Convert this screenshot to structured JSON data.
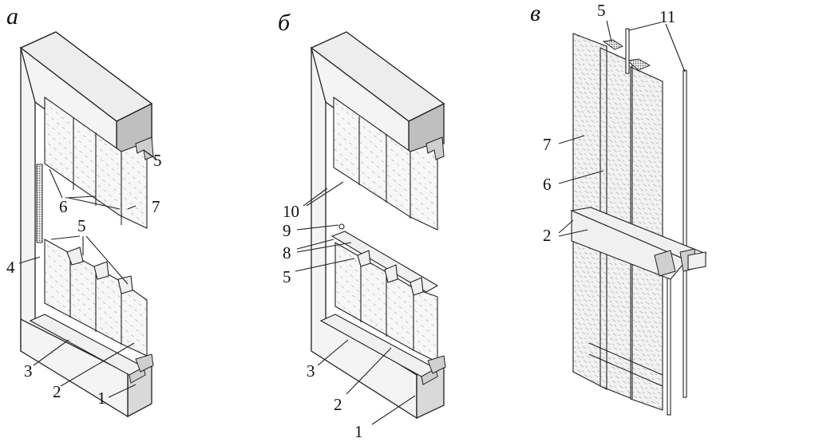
{
  "panels": [
    {
      "letter": "а",
      "labels": [
        "5",
        "6",
        "7",
        "5",
        "4",
        "3",
        "2",
        "1"
      ]
    },
    {
      "letter": "б",
      "labels": [
        "10",
        "9",
        "8",
        "5",
        "3",
        "2",
        "1"
      ]
    },
    {
      "letter": "в",
      "labels": [
        "5",
        "11",
        "7",
        "6",
        "2"
      ]
    }
  ]
}
